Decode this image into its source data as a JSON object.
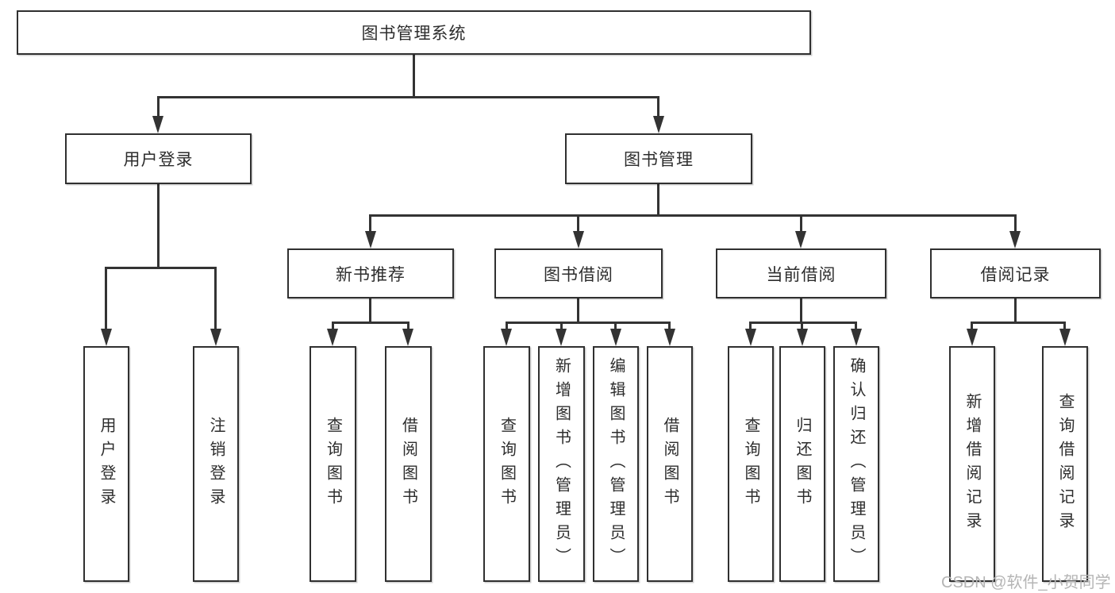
{
  "diagram": {
    "root": "图书管理系统",
    "branches": {
      "user_login": {
        "label": "用户登录",
        "children": {
          "login": "用户登录",
          "logout": "注销登录"
        }
      },
      "book_mgmt": {
        "label": "图书管理",
        "sections": {
          "new_books": {
            "label": "新书推荐",
            "children": {
              "query": "查询图书",
              "borrow": "借阅图书"
            }
          },
          "book_borrow": {
            "label": "图书借阅",
            "children": {
              "query": "查询图书",
              "add": "新增图书（管理员）",
              "edit": "编辑图书（管理员）",
              "borrow": "借阅图书"
            }
          },
          "current_borrow": {
            "label": "当前借阅",
            "children": {
              "query": "查询图书",
              "return": "归还图书",
              "confirm": "确认归还（管理员）"
            }
          },
          "borrow_records": {
            "label": "借阅记录",
            "children": {
              "add": "新增借阅记录",
              "query": "查询借阅记录"
            }
          }
        }
      }
    }
  },
  "watermark": "CSDN @软件_小贺同学",
  "colors": {
    "line": "#333333",
    "box_border": "#303030",
    "box_bg": "#ffffff",
    "text": "#2d2d2d",
    "watermark": "#b5b5b5"
  }
}
